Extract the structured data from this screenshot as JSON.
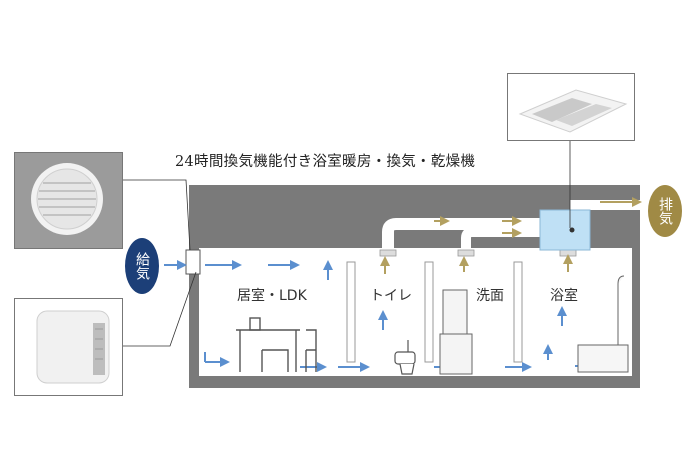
{
  "title": "24時間換気機能付き浴室暖房・換気・乾燥機",
  "supply_label": "給気",
  "exhaust_label": "排気",
  "rooms": [
    {
      "label": "居室・LDK"
    },
    {
      "label": "トイレ"
    },
    {
      "label": "洗面"
    },
    {
      "label": "浴室"
    }
  ],
  "colors": {
    "supply_bubble": "#1c3f78",
    "exhaust_bubble": "#a08a45",
    "air_arrow": "#5b8fcf",
    "exhaust_arrow": "#b3a060",
    "unit": "#bfe0f5",
    "building_shell": "#7a7a7a"
  },
  "icons": [
    "round-vent-cap-photo",
    "air-purifier-photo",
    "ceiling-fan-unit-photo"
  ]
}
